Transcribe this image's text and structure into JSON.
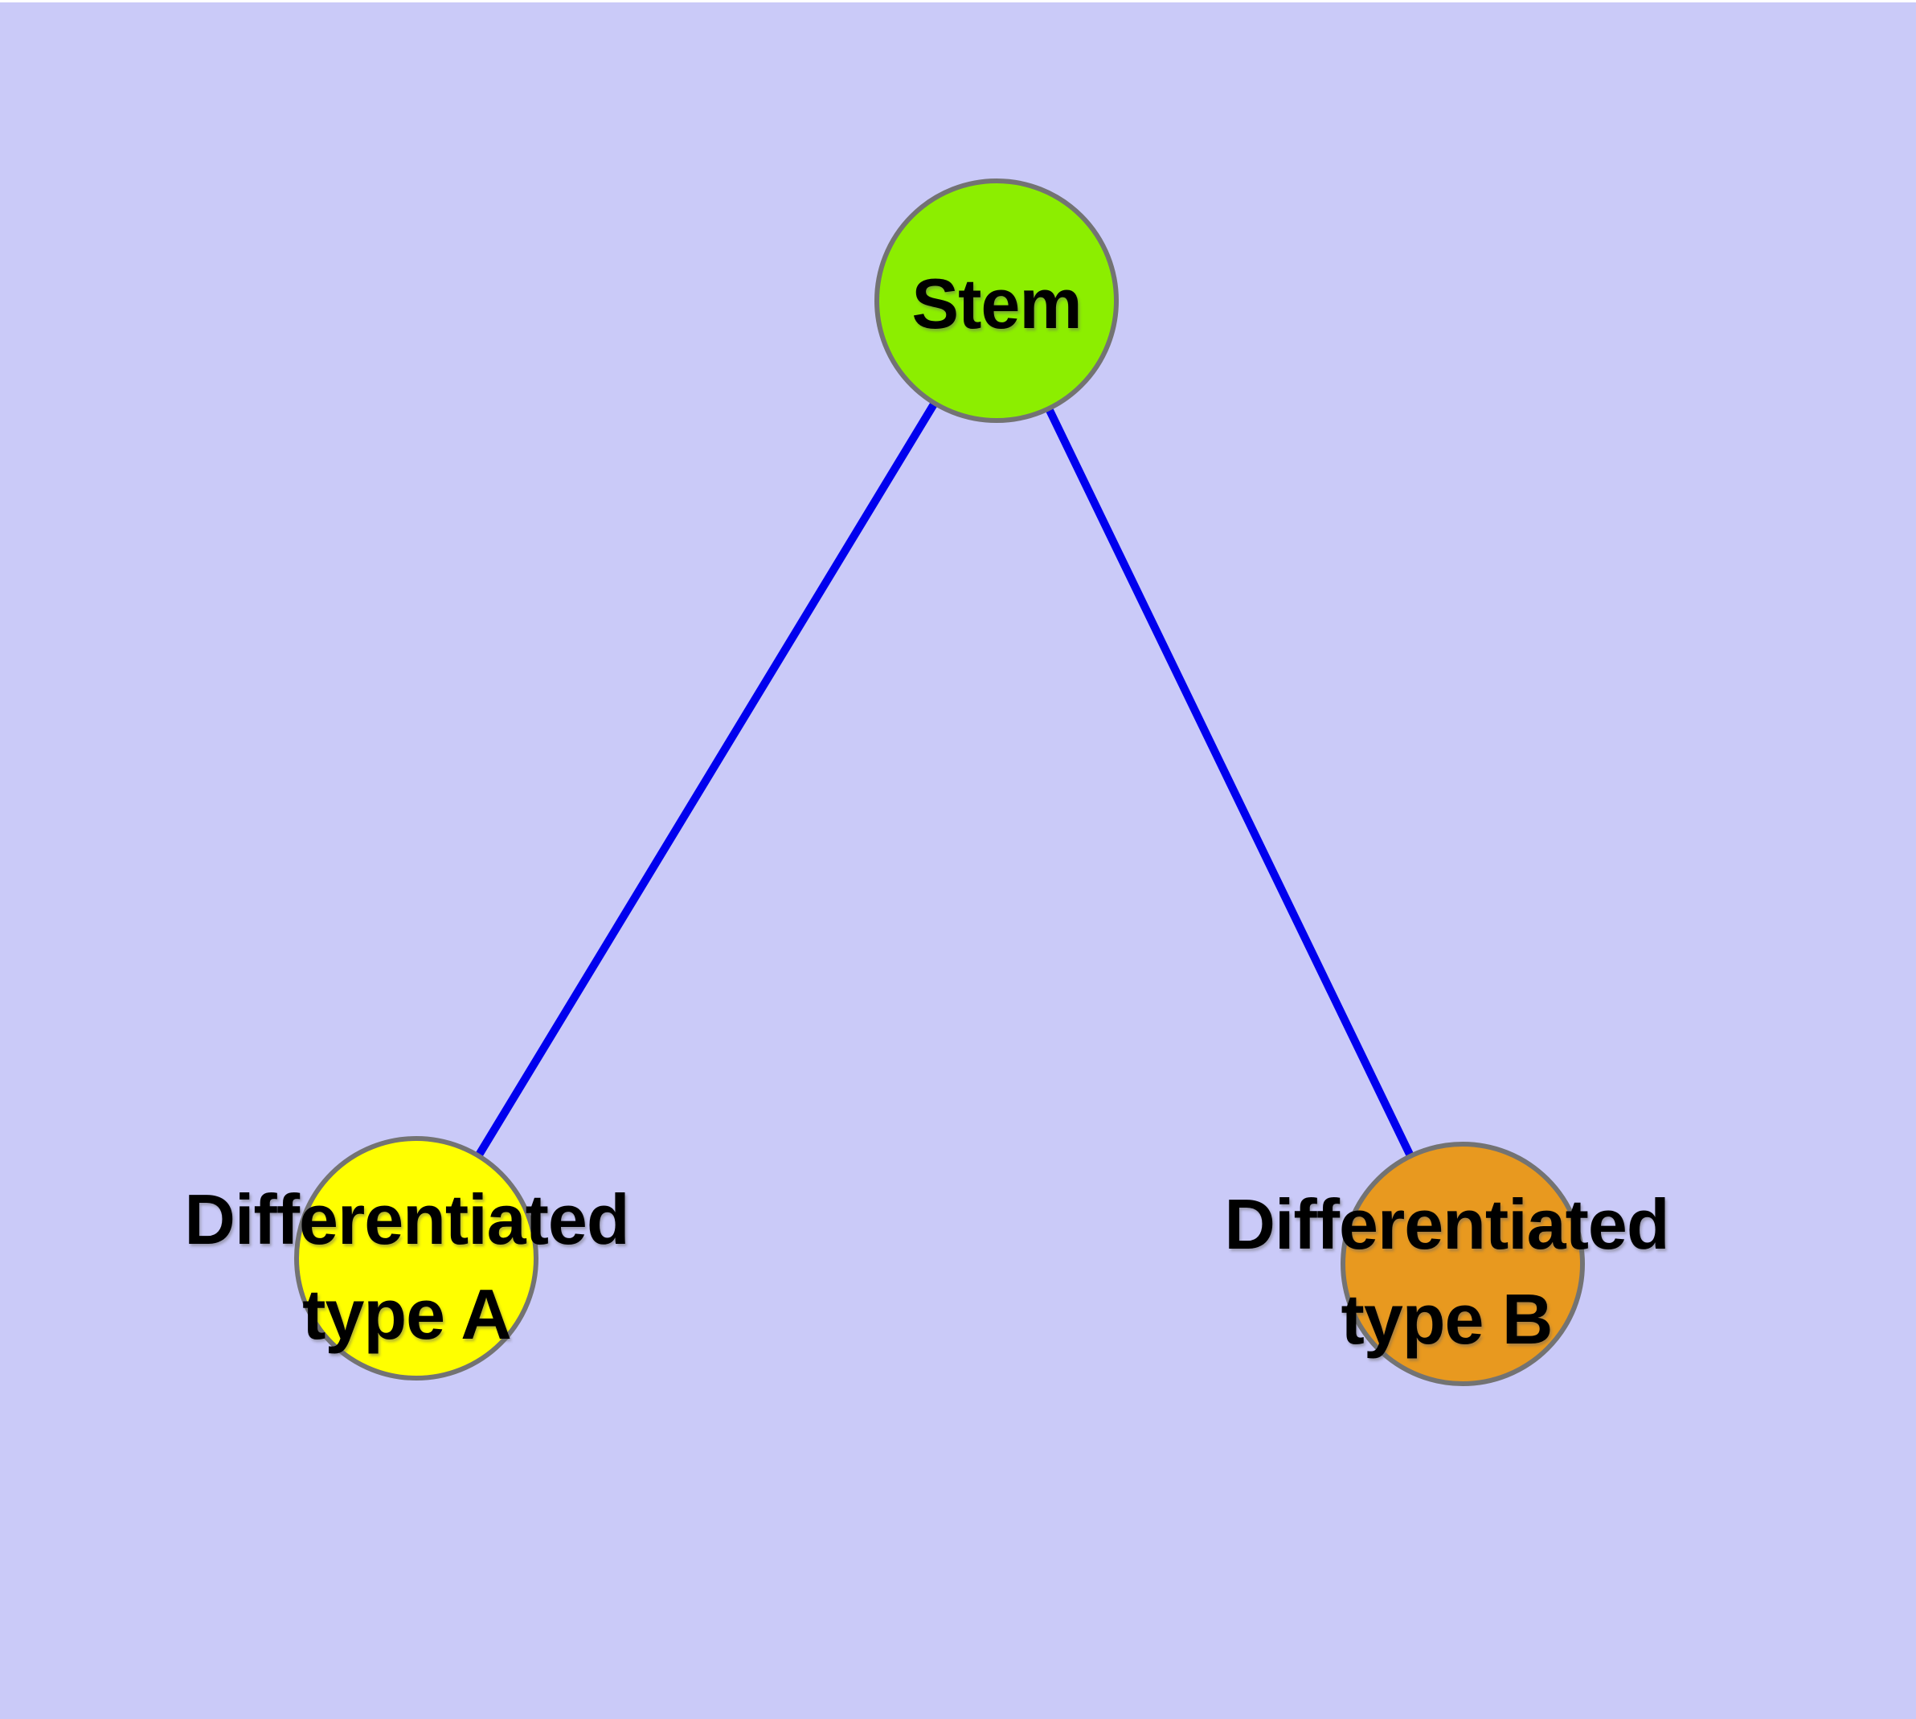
{
  "figure": {
    "background_color": "#CACAF8",
    "top_strip_color": "#FFFFFF",
    "edge_color": "#0000EE",
    "node_border_color": "#737373",
    "label_color": "#000000"
  },
  "nodes": {
    "stem": {
      "label": "Stem",
      "color": "#8CEE00"
    },
    "type_a": {
      "label_line1": "Differentiated",
      "label_line2": "type A",
      "color": "#FFFF00"
    },
    "type_b": {
      "label_line1": "Differentiated",
      "label_line2": "type B",
      "color": "#E8991F"
    }
  },
  "edges": [
    {
      "from": "Stem",
      "to": "Differentiated type A"
    },
    {
      "from": "Stem",
      "to": "Differentiated type B"
    }
  ]
}
